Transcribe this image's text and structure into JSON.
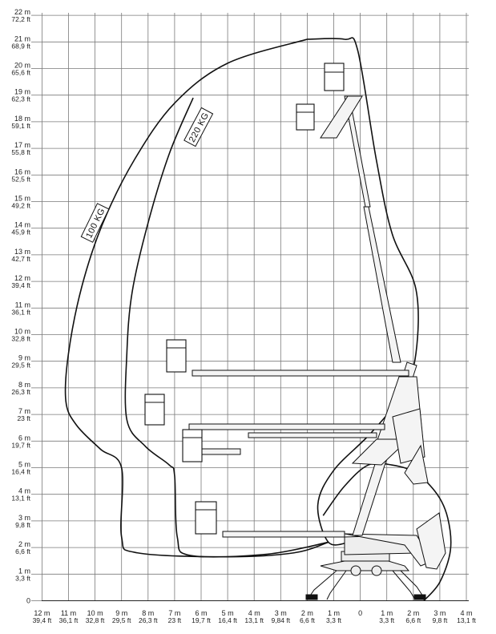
{
  "y_axis": {
    "ticks": [
      {
        "value": 0,
        "m": "0",
        "ft": ""
      },
      {
        "value": 1,
        "m": "1 m",
        "ft": "3,3 ft"
      },
      {
        "value": 2,
        "m": "2 m",
        "ft": "6,6 ft"
      },
      {
        "value": 3,
        "m": "3 m",
        "ft": "9,8 ft"
      },
      {
        "value": 4,
        "m": "4 m",
        "ft": "13,1 ft"
      },
      {
        "value": 5,
        "m": "5 m",
        "ft": "16,4 ft"
      },
      {
        "value": 6,
        "m": "6 m",
        "ft": "19,7 ft"
      },
      {
        "value": 7,
        "m": "7 m",
        "ft": "23 ft"
      },
      {
        "value": 8,
        "m": "8 m",
        "ft": "26,3 ft"
      },
      {
        "value": 9,
        "m": "9 m",
        "ft": "29,5 ft"
      },
      {
        "value": 10,
        "m": "10 m",
        "ft": "32,8 ft"
      },
      {
        "value": 11,
        "m": "11 m",
        "ft": "36,1 ft"
      },
      {
        "value": 12,
        "m": "12 m",
        "ft": "39,4 ft"
      },
      {
        "value": 13,
        "m": "13 m",
        "ft": "42,7 ft"
      },
      {
        "value": 14,
        "m": "14 m",
        "ft": "45,9 ft"
      },
      {
        "value": 15,
        "m": "15 m",
        "ft": "49,2 ft"
      },
      {
        "value": 16,
        "m": "16 m",
        "ft": "52,5 ft"
      },
      {
        "value": 17,
        "m": "17 m",
        "ft": "55,8 ft"
      },
      {
        "value": 18,
        "m": "18 m",
        "ft": "59,1 ft"
      },
      {
        "value": 19,
        "m": "19 m",
        "ft": "62,3 ft"
      },
      {
        "value": 20,
        "m": "20 m",
        "ft": "65,6 ft"
      },
      {
        "value": 21,
        "m": "21 m",
        "ft": "68,9 ft"
      },
      {
        "value": 22,
        "m": "22 m",
        "ft": "72,2 ft"
      }
    ]
  },
  "x_axis": {
    "ticks": [
      {
        "value": -12,
        "m": "12 m",
        "ft": "39,4 ft"
      },
      {
        "value": -11,
        "m": "11 m",
        "ft": "36,1 ft"
      },
      {
        "value": -10,
        "m": "10 m",
        "ft": "32,8 ft"
      },
      {
        "value": -9,
        "m": "9 m",
        "ft": "29,5 ft"
      },
      {
        "value": -8,
        "m": "8 m",
        "ft": "26,3 ft"
      },
      {
        "value": -7,
        "m": "7 m",
        "ft": "23 ft"
      },
      {
        "value": -6,
        "m": "6 m",
        "ft": "19,7 ft"
      },
      {
        "value": -5,
        "m": "5 m",
        "ft": "16,4 ft"
      },
      {
        "value": -4,
        "m": "4 m",
        "ft": "13,1 ft"
      },
      {
        "value": -3,
        "m": "3 m",
        "ft": "9,84 ft"
      },
      {
        "value": -2,
        "m": "2 m",
        "ft": "6,6 ft"
      },
      {
        "value": -1,
        "m": "1 m",
        "ft": "3,3 ft"
      },
      {
        "value": 0,
        "m": "0",
        "ft": ""
      },
      {
        "value": 1,
        "m": "1 m",
        "ft": "3,3 ft"
      },
      {
        "value": 2,
        "m": "2 m",
        "ft": "6,6 ft"
      },
      {
        "value": 3,
        "m": "3 m",
        "ft": "9,8 ft"
      },
      {
        "value": 4,
        "m": "4 m",
        "ft": "13,1 ft"
      }
    ]
  },
  "envelopes": [
    {
      "label": "100 KG",
      "points": [
        [
          -2,
          21.1
        ],
        [
          -5,
          20.2
        ],
        [
          -7,
          18.7
        ],
        [
          -8.5,
          16.6
        ],
        [
          -9.7,
          14.2
        ],
        [
          -10.5,
          11.8
        ],
        [
          -11,
          9.3
        ],
        [
          -11.1,
          7.5
        ],
        [
          -10.7,
          6.6
        ],
        [
          -9.8,
          5.7
        ],
        [
          -9,
          5.0
        ],
        [
          -9,
          2.4
        ],
        [
          -8.4,
          1.8
        ],
        [
          -5,
          1.65
        ],
        [
          -2.5,
          1.8
        ],
        [
          -1.2,
          2.2
        ]
      ]
    },
    {
      "label": "220 KG",
      "points": [
        [
          -6.3,
          18.9
        ],
        [
          -7.2,
          16.8
        ],
        [
          -8,
          14.2
        ],
        [
          -8.6,
          11.6
        ],
        [
          -8.8,
          9.3
        ],
        [
          -8.8,
          6.8
        ],
        [
          -8.1,
          5.8
        ],
        [
          -7.2,
          5.1
        ],
        [
          -7,
          4.7
        ],
        [
          -6.9,
          2.4
        ],
        [
          -6.4,
          1.7
        ],
        [
          -3.5,
          1.75
        ],
        [
          -1.2,
          2.2
        ]
      ]
    }
  ],
  "outer_envelope": {
    "points": [
      [
        -2,
        21.1
      ],
      [
        -0.6,
        21.1
      ],
      [
        -0.1,
        20.7
      ],
      [
        0.6,
        16.6
      ],
      [
        1.2,
        13.8
      ],
      [
        2.1,
        11.7
      ],
      [
        2.1,
        9.3
      ],
      [
        1.6,
        7.8
      ],
      [
        0.4,
        6.3
      ],
      [
        -1,
        4.9
      ],
      [
        -1.6,
        3.6
      ],
      [
        -1.2,
        2.2
      ],
      [
        -0.4,
        2.2
      ]
    ]
  },
  "reach_arc": {
    "points": [
      [
        -1.4,
        3.2
      ],
      [
        -0.6,
        4.3
      ],
      [
        0.3,
        5.1
      ],
      [
        1.2,
        5.1
      ],
      [
        2.1,
        4.8
      ],
      [
        2.9,
        4.0
      ],
      [
        3.3,
        3.1
      ],
      [
        3.4,
        1.9
      ],
      [
        3.0,
        0.7
      ],
      [
        2.4,
        0.0
      ]
    ]
  }
}
